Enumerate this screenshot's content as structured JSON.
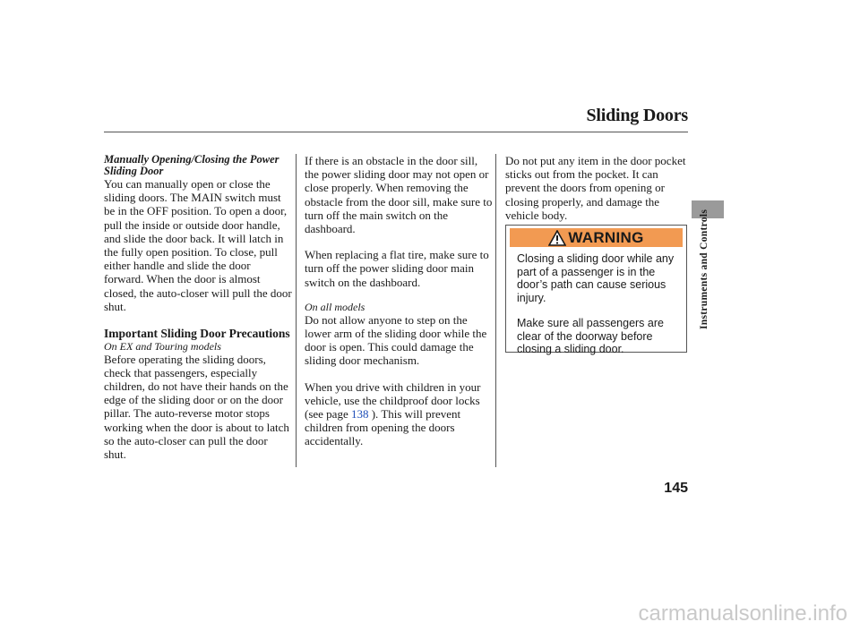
{
  "header": {
    "title": "Sliding Doors"
  },
  "column1": {
    "heading1": "Manually Opening/Closing the Power Sliding Door",
    "para1": "You can manually open or close the sliding doors. The MAIN switch must be in the OFF position. To open a door, pull the inside or outside door handle, and slide the door back. It will latch in the fully open position. To close, pull either handle and slide the door forward. When the door is almost closed, the auto-closer will pull the door shut.",
    "heading2": "Important Sliding Door Precautions",
    "note": "On EX and Touring models",
    "para2": "Before operating the sliding doors, check that passengers, especially children, do not have their hands on the edge of the sliding door or on the door pillar. The auto-reverse motor stops working when the door is about to latch so the auto-closer can pull the door shut."
  },
  "column2": {
    "para1": "If there is an obstacle in the door sill, the power sliding door may not open or close properly. When removing the obstacle from the door sill, make sure to turn off the main switch on the dashboard.",
    "para2": "When replacing a flat tire, make sure to turn off the power sliding door main switch on the dashboard.",
    "note": "On all models",
    "para3": "Do not allow anyone to step on the lower arm of the sliding door while the door is open. This could damage the sliding door mechanism.",
    "para4_pre": "When you drive with children in your vehicle, use the childproof door locks (see page ",
    "para4_link": "138",
    "para4_post": " ). This will prevent children from opening the doors accidentally."
  },
  "column3": {
    "para1": "Do not put any item in the door pocket sticks out from the pocket. It can prevent the doors from opening or closing properly, and damage the vehicle body."
  },
  "warning": {
    "icon": "warning-triangle-icon",
    "label": "WARNING",
    "text1": "Closing a sliding door while any part of a passenger is in the door’s path can cause serious injury.",
    "text2": "Make sure all passengers are clear of the doorway before closing a sliding door.",
    "banner_color": "#f29a52"
  },
  "side": {
    "section_label": "Instruments and Controls"
  },
  "footer": {
    "page_number": "145",
    "watermark": "carmanualsonline.info"
  }
}
